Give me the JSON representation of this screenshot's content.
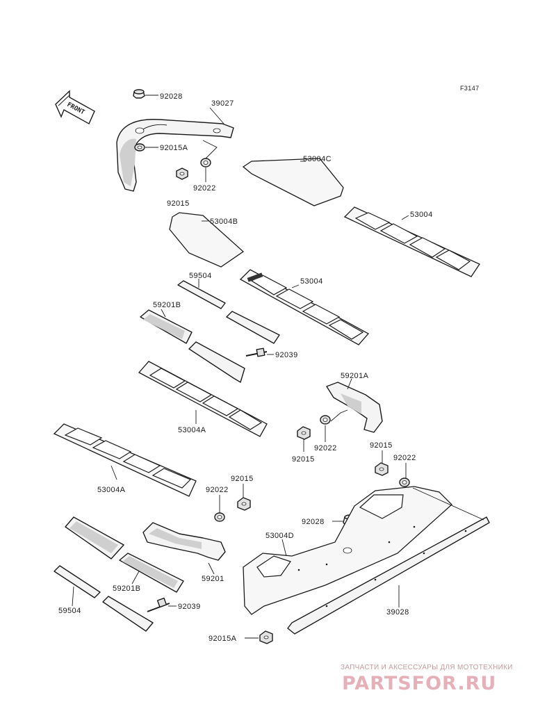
{
  "ref_code": "F3147",
  "front_label": "FRONT",
  "watermark": {
    "subtitle": "ЗАПЧАСТИ И АКСЕССУАРЫ ДЛЯ МОТОТЕХНИКИ",
    "brand": "PARTSFOR.RU"
  },
  "labels": {
    "p92028_top": "92028",
    "p39027": "39027",
    "p92015a_top": "92015A",
    "p92022_top": "92022",
    "p92015_top": "92015",
    "p53004c": "53004C",
    "p53004b": "53004B",
    "p53004_right": "53004",
    "p59504_top": "59504",
    "p53004_mid": "53004",
    "p59201b_top": "59201B",
    "p92039_top": "92039",
    "p59201a": "59201A",
    "p53004a_mid": "53004A",
    "p92022_mid": "92022",
    "p92015_mid": "92015",
    "p92015_right": "92015",
    "p92022_right": "92022",
    "p53004a_left": "53004A",
    "p92022_low": "92022",
    "p92015_low": "92015",
    "p92028_low": "92028",
    "p53004d": "53004D",
    "p59201": "59201",
    "p59201b_low": "59201B",
    "p59504_low": "59504",
    "p92039_low": "92039",
    "p39028": "39028",
    "p92015a_low": "92015A"
  }
}
